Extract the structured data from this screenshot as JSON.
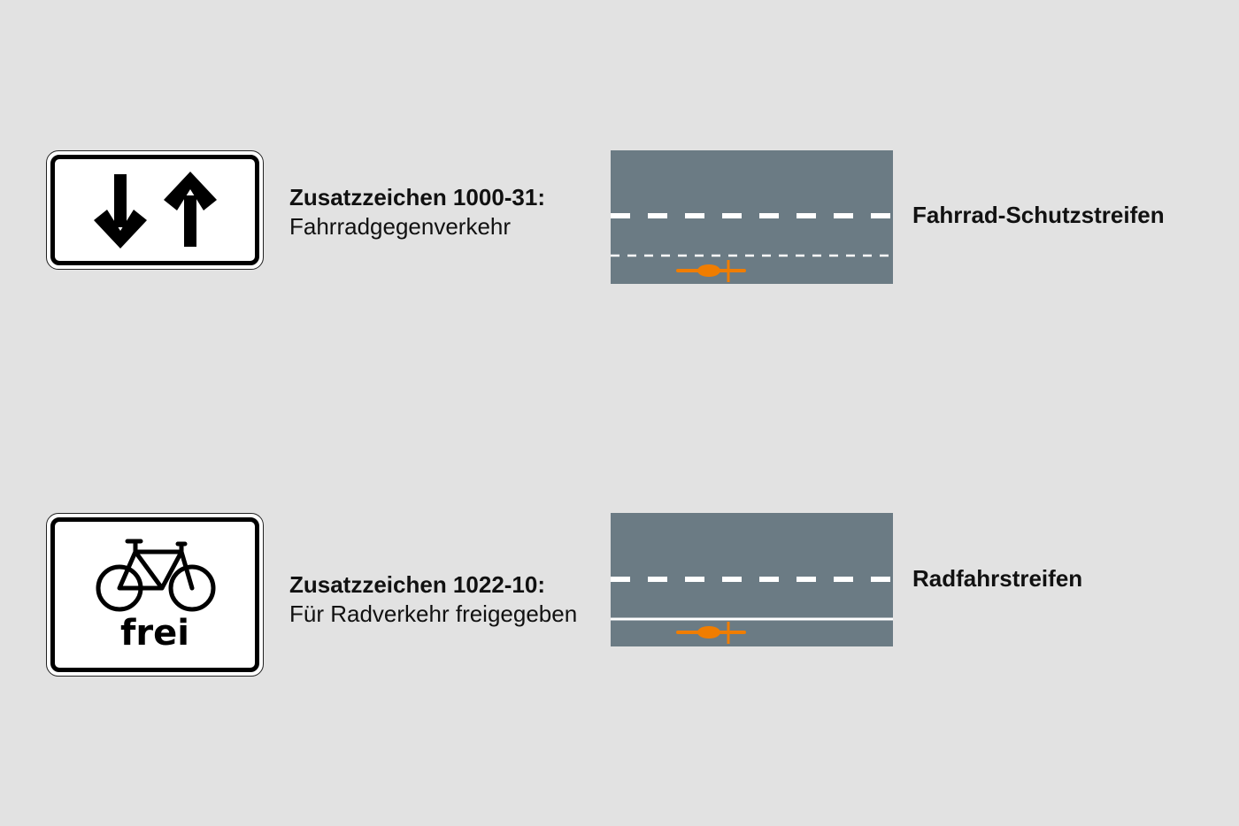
{
  "rows": [
    {
      "sign": {
        "icon": "opposing-arrows-icon",
        "text": ""
      },
      "caption": {
        "title": "Zusatzzeichen 1000-31:",
        "description": "Fahrradgegenverkehr"
      },
      "road": {
        "lane_marking": "dashed",
        "label": "Fahrrad-Schutzstreifen"
      }
    },
    {
      "sign": {
        "icon": "bicycle-icon",
        "text": "frei"
      },
      "caption": {
        "title": "Zusatzzeichen 1022-10:",
        "description": "Für Radverkehr freigegeben"
      },
      "road": {
        "lane_marking": "solid",
        "label": "Radfahrstreifen"
      }
    }
  ],
  "colors": {
    "background": "#e2e2e2",
    "road": "#6b7b84",
    "marking": "#ffffff",
    "cyclist": "#f07d00"
  }
}
